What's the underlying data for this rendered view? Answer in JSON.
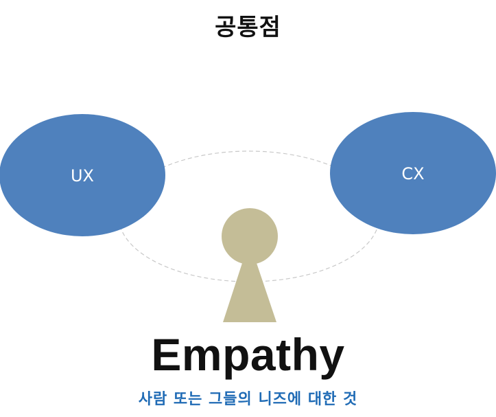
{
  "title": "공통점",
  "nodes": {
    "left": {
      "label": "UX"
    },
    "right": {
      "label": "CX"
    }
  },
  "headline": "Empathy",
  "subtitle": "사람 또는 그들의 니즈에 대한 것",
  "colors": {
    "ellipse_fill": "#4f81bd",
    "figure_fill": "#c4bd97",
    "dashed_ring": "#c8c8c8",
    "subtitle_text": "#1f6bb5"
  }
}
